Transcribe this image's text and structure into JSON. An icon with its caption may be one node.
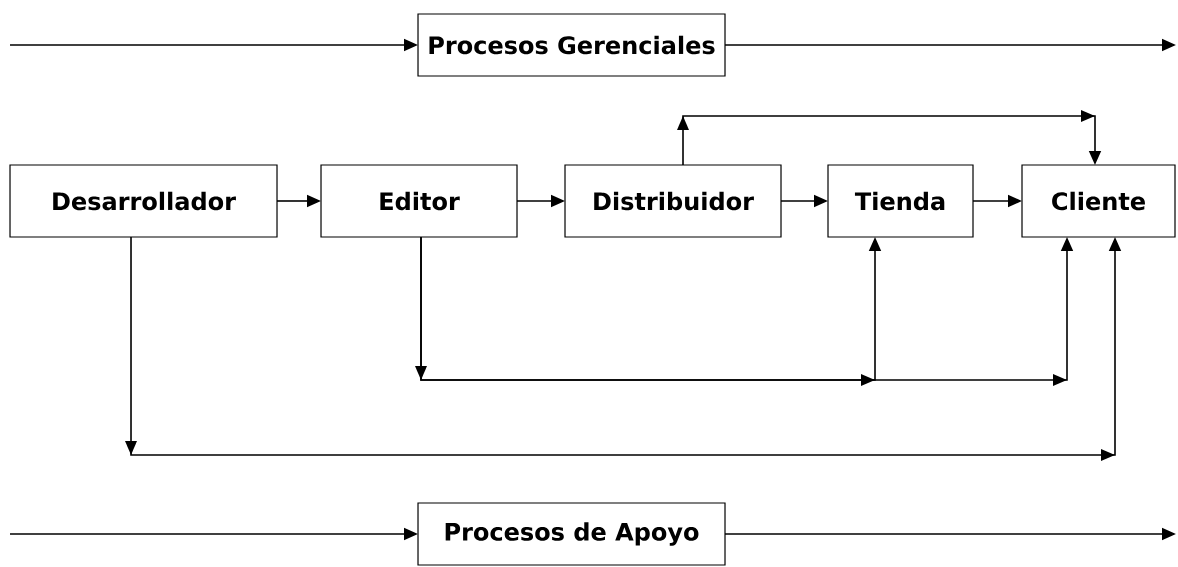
{
  "diagram": {
    "nodes": [
      {
        "text": [
          "Procesos Gerenciales"
        ]
      },
      {
        "text": [
          "Desarrollador"
        ]
      },
      {
        "text": [
          "Editor"
        ]
      },
      {
        "text": [
          "Distribuidor"
        ]
      },
      {
        "text": [
          "Tienda"
        ]
      },
      {
        "text": [
          "Cliente"
        ]
      },
      {
        "text": [
          "Procesos de Apoyo"
        ]
      }
    ],
    "edges": [
      {
        "from": null,
        "to": 0,
        "arrow": "to"
      },
      {
        "from": 0,
        "to": null,
        "arrow": "to"
      },
      {
        "from": 1,
        "to": 2,
        "arrow": "to"
      },
      {
        "from": 2,
        "to": 3,
        "arrow": "to"
      },
      {
        "from": 3,
        "to": 4,
        "arrow": "to"
      },
      {
        "from": 4,
        "to": 5,
        "arrow": "to"
      },
      {
        "from": 3,
        "to": 5,
        "arrow": "to"
      },
      {
        "from": 2,
        "to": 4,
        "arrow": "to"
      },
      {
        "from": 2,
        "to": 5,
        "arrow": "to"
      },
      {
        "from": 1,
        "to": 5,
        "arrow": "to"
      },
      {
        "from": null,
        "to": 6,
        "arrow": "to"
      },
      {
        "from": 6,
        "to": null,
        "arrow": "to"
      }
    ]
  }
}
